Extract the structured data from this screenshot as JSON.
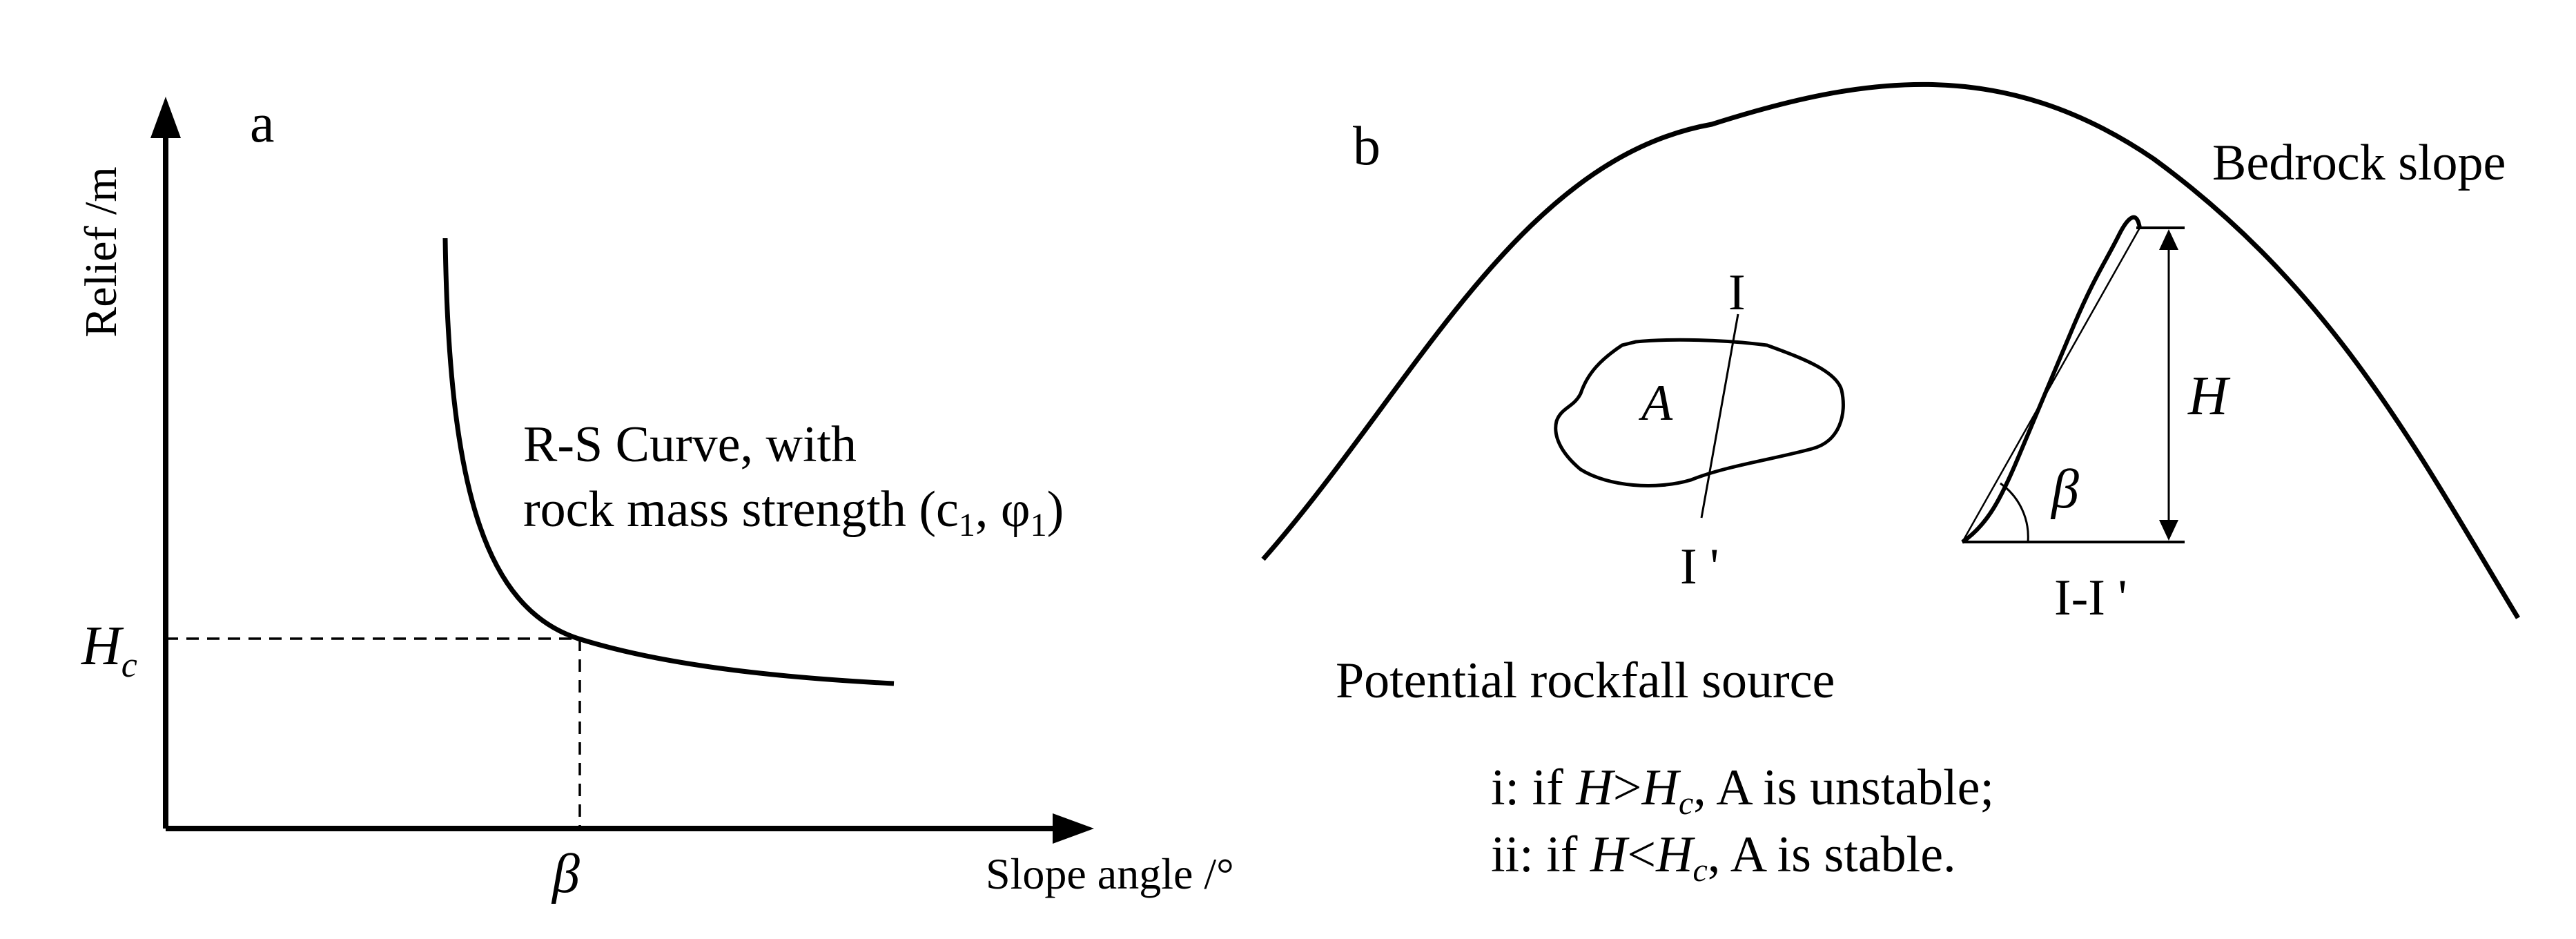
{
  "panel_a": {
    "letter": "a",
    "y_axis_label": "Relief /m",
    "x_axis_label": "Slope angle /°",
    "hc_symbol": "H",
    "hc_subscript": "c",
    "beta_symbol": "β",
    "curve_label_line1": "R-S Curve, with",
    "curve_label_line2_prefix": "rock mass strength (c",
    "curve_label_sub1": "1",
    "curve_label_mid": ", φ",
    "curve_label_sub2": "1",
    "curve_label_suffix": ")"
  },
  "panel_b": {
    "letter": "b",
    "bedrock_label": "Bedrock slope",
    "section_top": "I",
    "section_bottom": "I '",
    "area_label": "A",
    "height_label": "H",
    "angle_label": "β",
    "section_caption": "I-I '",
    "source_label": "Potential rockfall source",
    "cond1_prefix": "i: if ",
    "cond1_h": "H",
    "cond1_op": ">",
    "cond1_hc": "H",
    "cond1_hc_sub": "c",
    "cond1_suffix": ",  A is unstable;",
    "cond2_prefix": "ii: if ",
    "cond2_h": "H",
    "cond2_op": "<",
    "cond2_hc": "H",
    "cond2_hc_sub": "c",
    "cond2_suffix": ", A is stable."
  }
}
